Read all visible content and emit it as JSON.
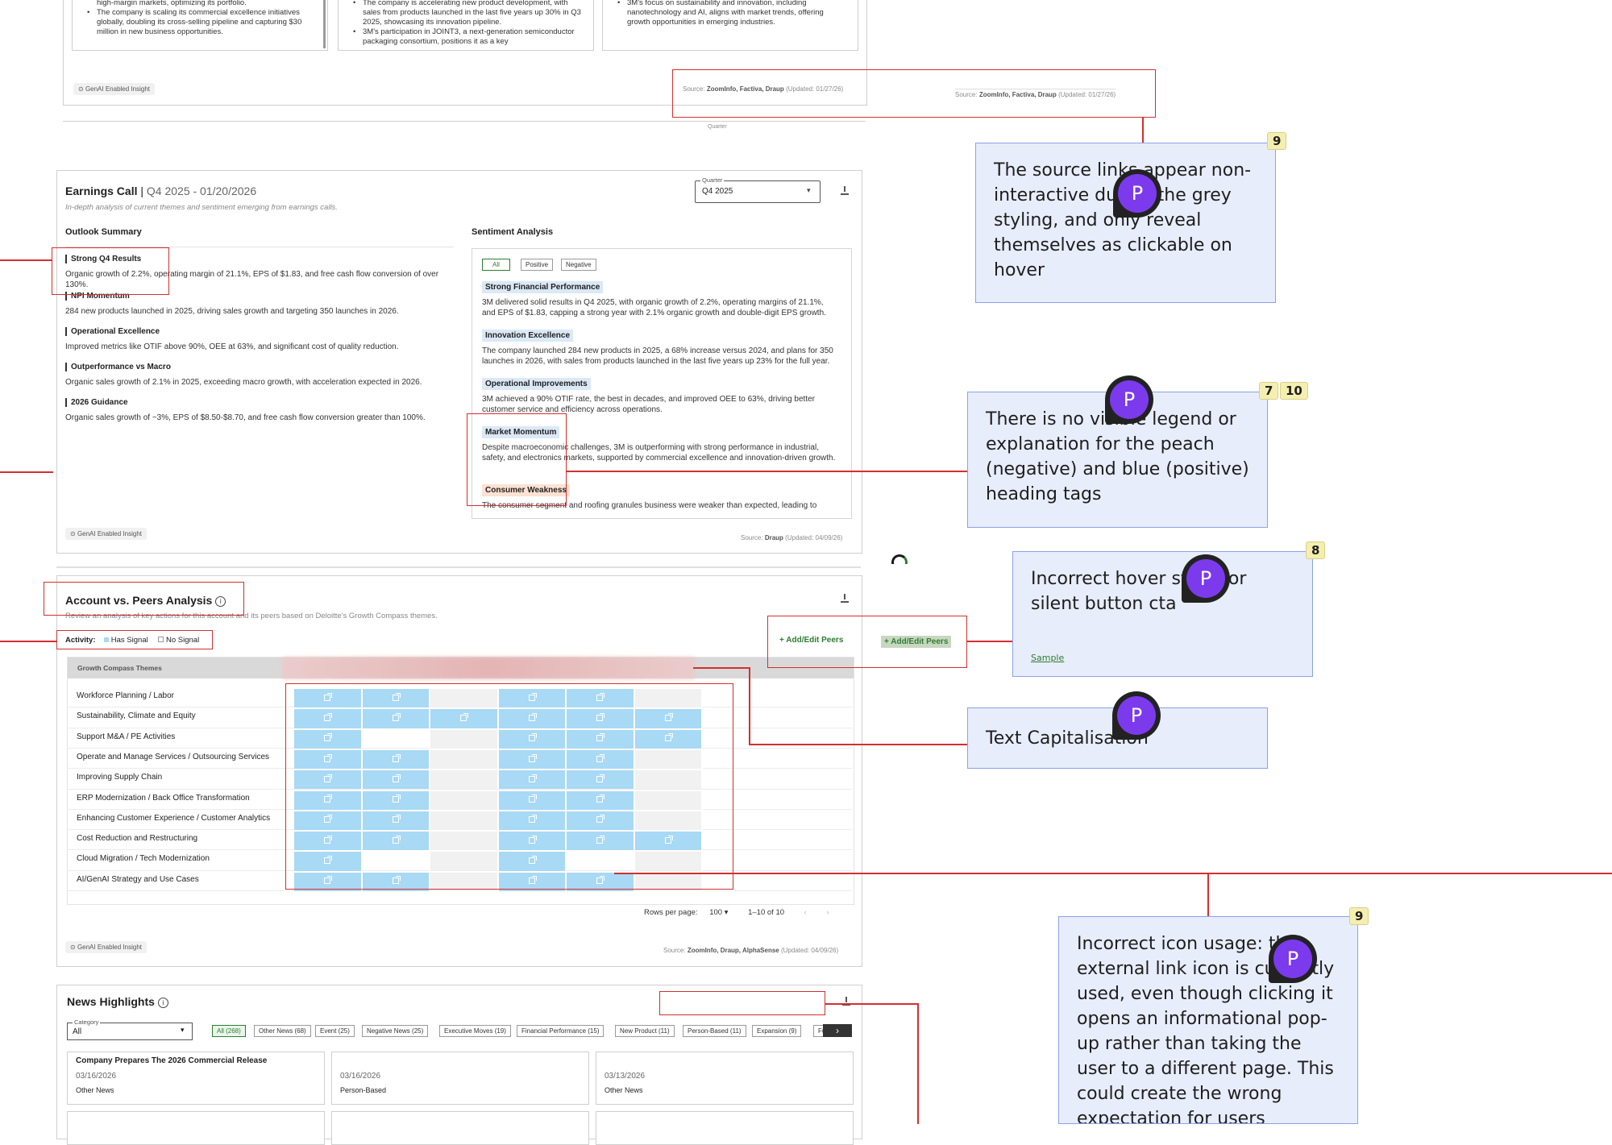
{
  "top_cards": {
    "card1_lines": [
      "high-margin markets, optimizing its portfolio.",
      "The company is scaling its commercial excellence initiatives globally, doubling its cross-selling pipeline and capturing $30 million in new business opportunities."
    ],
    "card2_lines": [
      "The company is accelerating new product development, with sales from products launched in the last five years up 30% in Q3 2025, showcasing its innovation pipeline.",
      "3M's participation in JOINT3, a next-generation semiconductor packaging consortium, positions it as a key"
    ],
    "card3_lines": [
      "3M's focus on sustainability and innovation, including nanotechnology and AI, aligns with market trends, offering growth opportunities in emerging industries."
    ],
    "genai_label": "GenAI Enabled Insight",
    "source_prefix": "Source:",
    "source_names": "ZoomInfo, Factiva, Draup",
    "source_updated": "(Updated: 01/27/26)",
    "source_names_hover": "ZoomInfo, Factiva, Draup",
    "quarter_label": "Quarter"
  },
  "earnings": {
    "title": "Earnings Call",
    "separator": "|",
    "period": "Q4 2025 - 01/20/2026",
    "subtitle": "In-depth analysis of current themes and sentiment emerging from earnings calls.",
    "quarter_label": "Quarter",
    "quarter_value": "Q4 2025",
    "outlook_heading": "Outlook Summary",
    "sentiment_heading": "Sentiment Analysis",
    "outlook": [
      {
        "title": "Strong Q4 Results",
        "text": "Organic growth of 2.2%, operating margin of 21.1%, EPS of $1.83, and free cash flow conversion of over 130%."
      },
      {
        "title": "NPI Momentum",
        "text": "284 new products launched in 2025, driving sales growth and targeting 350 launches in 2026."
      },
      {
        "title": "Operational Excellence",
        "text": "Improved metrics like OTIF above 90%, OEE at 63%, and significant cost of quality reduction."
      },
      {
        "title": "Outperformance vs Macro",
        "text": "Organic sales growth of 2.1% in 2025, exceeding macro growth, with acceleration expected in 2026."
      },
      {
        "title": "2026 Guidance",
        "text": "Organic sales growth of ~3%, EPS of $8.50-$8.70, and free cash flow conversion greater than 100%."
      }
    ],
    "filters": [
      "All",
      "Positive",
      "Negative"
    ],
    "sentiments": [
      {
        "tag": "Strong Financial Performance",
        "text": "3M delivered solid results in Q4 2025, with organic growth of 2.2%, operating margins of 21.1%, and EPS of $1.83, capping a strong year with 2.1% organic growth and double-digit EPS growth."
      },
      {
        "tag": "Innovation Excellence",
        "text": "The company launched 284 new products in 2025, a 68% increase versus 2024, and plans for 350 launches in 2026, with sales from products launched in the last five years up 23% for the full year."
      },
      {
        "tag": "Operational Improvements",
        "text": "3M achieved a 90% OTIF rate, the best in decades, and improved OEE to 63%, driving better customer service and efficiency across operations."
      },
      {
        "tag": "Market Momentum",
        "text": "Despite macroeconomic challenges, 3M is outperforming with strong performance in industrial, safety, and electronics markets, supported by commercial excellence and innovation-driven growth."
      },
      {
        "tag": "Consumer Weakness",
        "text": "The consumer segment and roofing granules business were weaker than expected, leading to"
      }
    ],
    "genai_label": "GenAI Enabled Insight",
    "source_prefix": "Source:",
    "source_names": "Draup",
    "source_updated": "(Updated: 04/09/26)"
  },
  "peers": {
    "title": "Account vs. Peers Analysis",
    "subtitle": "Review an analysis of key actions for this account and its peers based on Deloitte's Growth Compass themes.",
    "activity_label": "Activity:",
    "has_signal": "Has Signal",
    "no_signal": "No Signal",
    "add_edit": "Add/Edit Peers",
    "add_edit_hover": "Add/Edit Peers",
    "column_header": "Growth Compass Themes",
    "rows": [
      "Workforce Planning / Labor",
      "Sustainability, Climate and Equity",
      "Support M&A / PE Activities",
      "Operate and Manage Services / Outsourcing Services",
      "Improving Supply Chain",
      "ERP Modernization / Back Office Transformation",
      "Enhancing Customer Experience / Customer Analytics",
      "Cost Reduction and Restructuring",
      "Cloud Migration / Tech Modernization",
      "AI/GenAI Strategy and Use Cases"
    ],
    "signals": [
      [
        1,
        1,
        0,
        1,
        1,
        0
      ],
      [
        1,
        1,
        1,
        1,
        1,
        1
      ],
      [
        1,
        0,
        0,
        1,
        1,
        1
      ],
      [
        1,
        1,
        0,
        1,
        1,
        0
      ],
      [
        1,
        1,
        0,
        1,
        1,
        0
      ],
      [
        1,
        1,
        0,
        1,
        1,
        0
      ],
      [
        1,
        1,
        0,
        1,
        1,
        0
      ],
      [
        1,
        1,
        0,
        1,
        1,
        1
      ],
      [
        1,
        0,
        0,
        1,
        0,
        0
      ],
      [
        1,
        1,
        0,
        1,
        1,
        0
      ]
    ],
    "rows_per_page_label": "Rows per page:",
    "rows_per_page_value": "100",
    "range": "1–10 of 10",
    "genai_label": "GenAI Enabled Insight",
    "source_prefix": "Source:",
    "source_names": "ZoomInfo, Draup, AlphaSense",
    "source_updated": "(Updated: 04/09/26)"
  },
  "news": {
    "title": "News Highlights",
    "category_label": "Category",
    "category_value": "All",
    "chips": [
      "All (268)",
      "Other News (68)",
      "Event (25)",
      "Negative News (25)",
      "Executive Moves (19)",
      "Financial Performance (15)",
      "New Product (11)",
      "Person-Based (11)",
      "Expansion (9)",
      "Fu"
    ],
    "cards": [
      {
        "title": "Company Prepares The 2026 Commercial Release",
        "date": "03/16/2026",
        "type": "Other News"
      },
      {
        "title": "",
        "date": "03/16/2026",
        "type": "Person-Based"
      },
      {
        "title": "",
        "date": "03/13/2026",
        "type": "Other News"
      }
    ]
  },
  "annotations": [
    {
      "text": "The source links appear non-interactive due to the grey styling, and only reveal themselves as clickable on hover",
      "badges": [
        "9"
      ]
    },
    {
      "text": "There is no visible legend or explanation for the peach (negative) and blue (positive) heading tags",
      "badges": [
        "7",
        "10"
      ]
    },
    {
      "text": "Incorrect hover state for silent button cta",
      "link": "Sample",
      "badges": [
        "8"
      ]
    },
    {
      "text": "Text Capitalisation",
      "badges": []
    },
    {
      "text": "Incorrect icon usage: the external link icon is currently used, even though clicking it opens an informational pop-up rather than taking the user to a different page. This could create the wrong expectation for users",
      "badges": [
        "9"
      ]
    }
  ],
  "avatar_initial": "P",
  "colors": {
    "signal": "#a8d9f5",
    "annotation_bg": "#e8edfb",
    "annotation_border": "#8aa3e6",
    "red": "#d32f2f",
    "avatar": "#7c3aed",
    "badge": "#f4efb0",
    "positive_tag": "#dbe9f6",
    "negative_tag": "#fbe2d2",
    "green": "#2e7d32"
  }
}
